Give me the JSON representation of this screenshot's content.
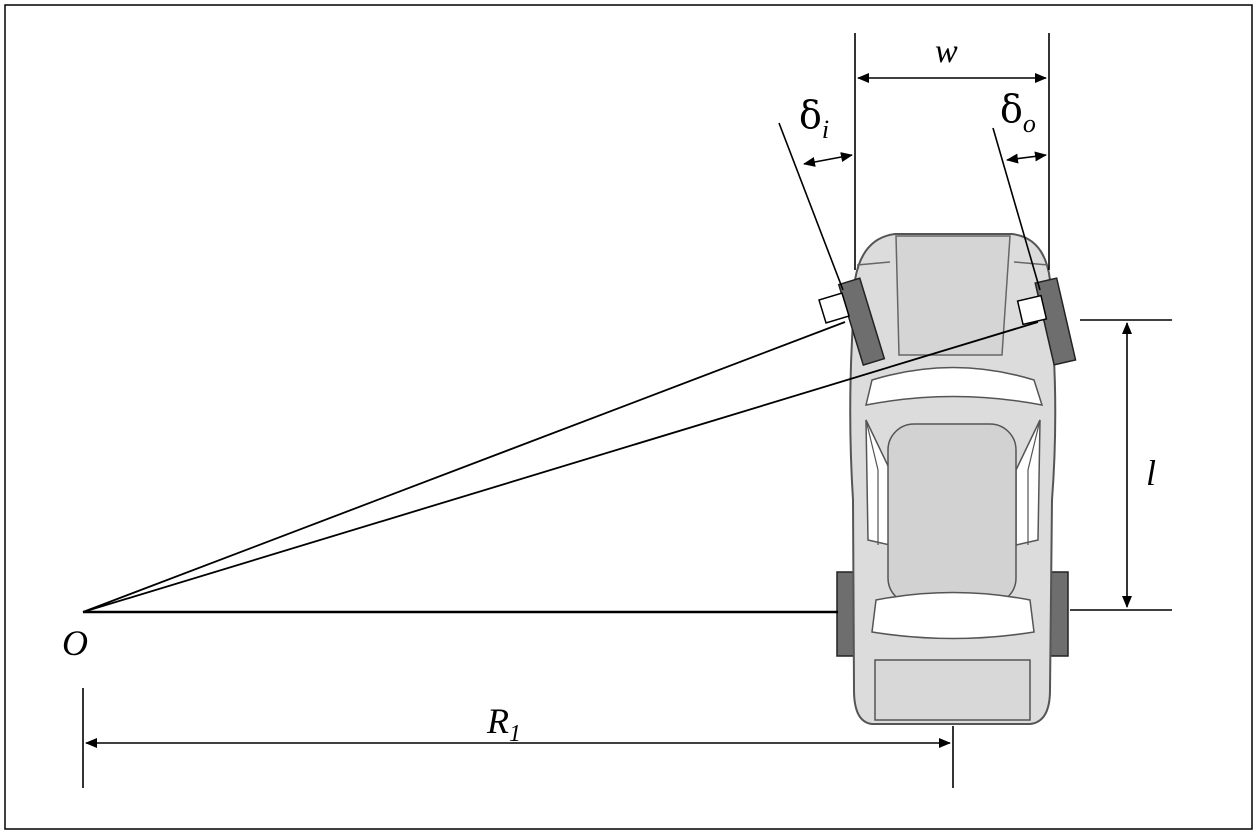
{
  "labels": {
    "origin": "O",
    "width": "w",
    "wheelbase": "l",
    "radius_base": "R",
    "radius_sub": "1",
    "delta": "δ",
    "inner_sub": "i",
    "outer_sub": "o"
  },
  "colors": {
    "line": "#000000",
    "body_fill": "#dcdcdc",
    "body_stroke": "#555555",
    "wheel_fill": "#6e6e6e",
    "hub_fill": "#ffffff"
  }
}
